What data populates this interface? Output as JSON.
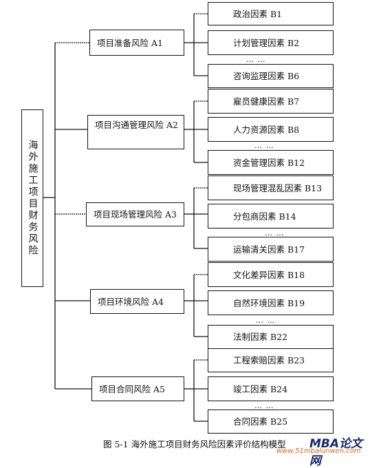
{
  "diagram": {
    "root": "海外施工项目财务风险",
    "mid": [
      "项目准备风险  A1",
      "项目沟通管理风险 A2",
      "项目现场管理风险 A3",
      "项目环境风险  A4",
      "项目合同风险  A5"
    ],
    "leaves": [
      [
        "政治因素 B1",
        "计划管理因素 B2",
        "咨询监理因素 B6"
      ],
      [
        "雇员健康因素 B7",
        "人力资源因素 B8",
        "资金管理因素 B12"
      ],
      [
        "现场管理混乱因素 B13",
        "分包商因素 B14",
        "运输清关因素 B17"
      ],
      [
        "文化差异因素 B18",
        "自然环境因素 B19",
        "法制因素 B22"
      ],
      [
        "工程索赔因素 B23",
        "竣工因素 B24",
        "合同因素 B25"
      ]
    ],
    "ellipsis": "… …"
  },
  "caption": "图 5-1  海外施工项目财务风险因素评价结构模型",
  "watermark": {
    "logo": "MBA论文网",
    "url": "www.51mbalunwen.com"
  }
}
